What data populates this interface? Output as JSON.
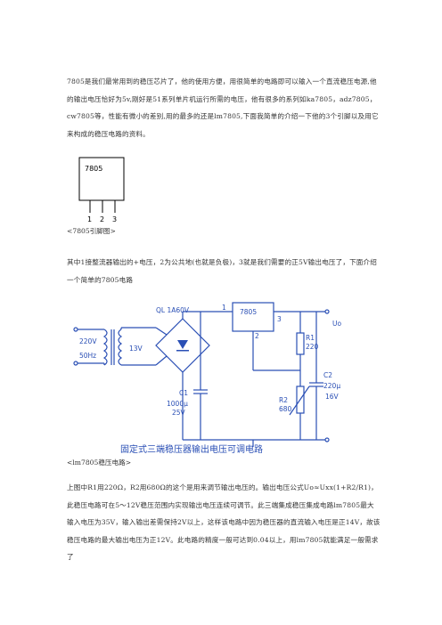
{
  "paragraphs": {
    "p1": "7805是我们最常用到的稳压芯片了，他的使用方便，用很简单的电路即可以输入一个直流稳压电源,他的输出电压恰好为5v,刚好是51系列单片机运行所需的电压，他有很多的系列如ka7805，adz7805，cw7805等，性能有微小的差别,用的最多的还是lm7805,下面我简单的介绍一下他的3个引脚以及用它来构成的稳压电路的资料。",
    "p2": "其中1接整流器输出的+电压，2为公共地(也就是负极)，3就是我们需要的正5V输出电压了，下面介绍一个简单的7805电路",
    "p3": "上图中R1用220Ω，R2用680Ω的这个是用来调节输出电压的。输出电压公式Uo≈Uxx(1+R2/R1)，此稳压电路可在5～12V稳压范围内实现输出电压连续可调节。此三端集成稳压集成电路lm7805最大输入电压为35V，输入输出差需保持2V以上，这样该电路中因为稳压器的直流输入电压是正14V，故该稳压电路的最大输出电压为正12V。此电路的精度一般可达到0.04以上，用lm7805就能满足一般需求了"
  },
  "captions": {
    "pinout": "<7805引脚图>",
    "circuit": "<lm7805稳压电路>"
  },
  "pinout_diagram": {
    "chip_label": "7805",
    "pins": [
      "1",
      "2",
      "3"
    ]
  },
  "circuit_diagram": {
    "ac_input": "220V",
    "ac_freq": "50Hz",
    "transformer_secondary": "13V",
    "bridge_label": "QL 1A60V",
    "regulator_label": "7805",
    "pin1": "1",
    "pin2": "2",
    "pin3": "3",
    "r1_name": "R1",
    "r1_value": "220",
    "r2_name": "R2",
    "r2_value": "680",
    "c1_name": "C1",
    "c1_value1": "1000μ",
    "c1_value2": "25V",
    "c2_name": "C2",
    "c2_value1": "220μ",
    "c2_value2": "16V",
    "output_label": "Uo",
    "title": "固定式三端稳压器输出电压可调电路"
  },
  "colors": {
    "circuit": "#2a4fb5",
    "text": "#333333"
  }
}
